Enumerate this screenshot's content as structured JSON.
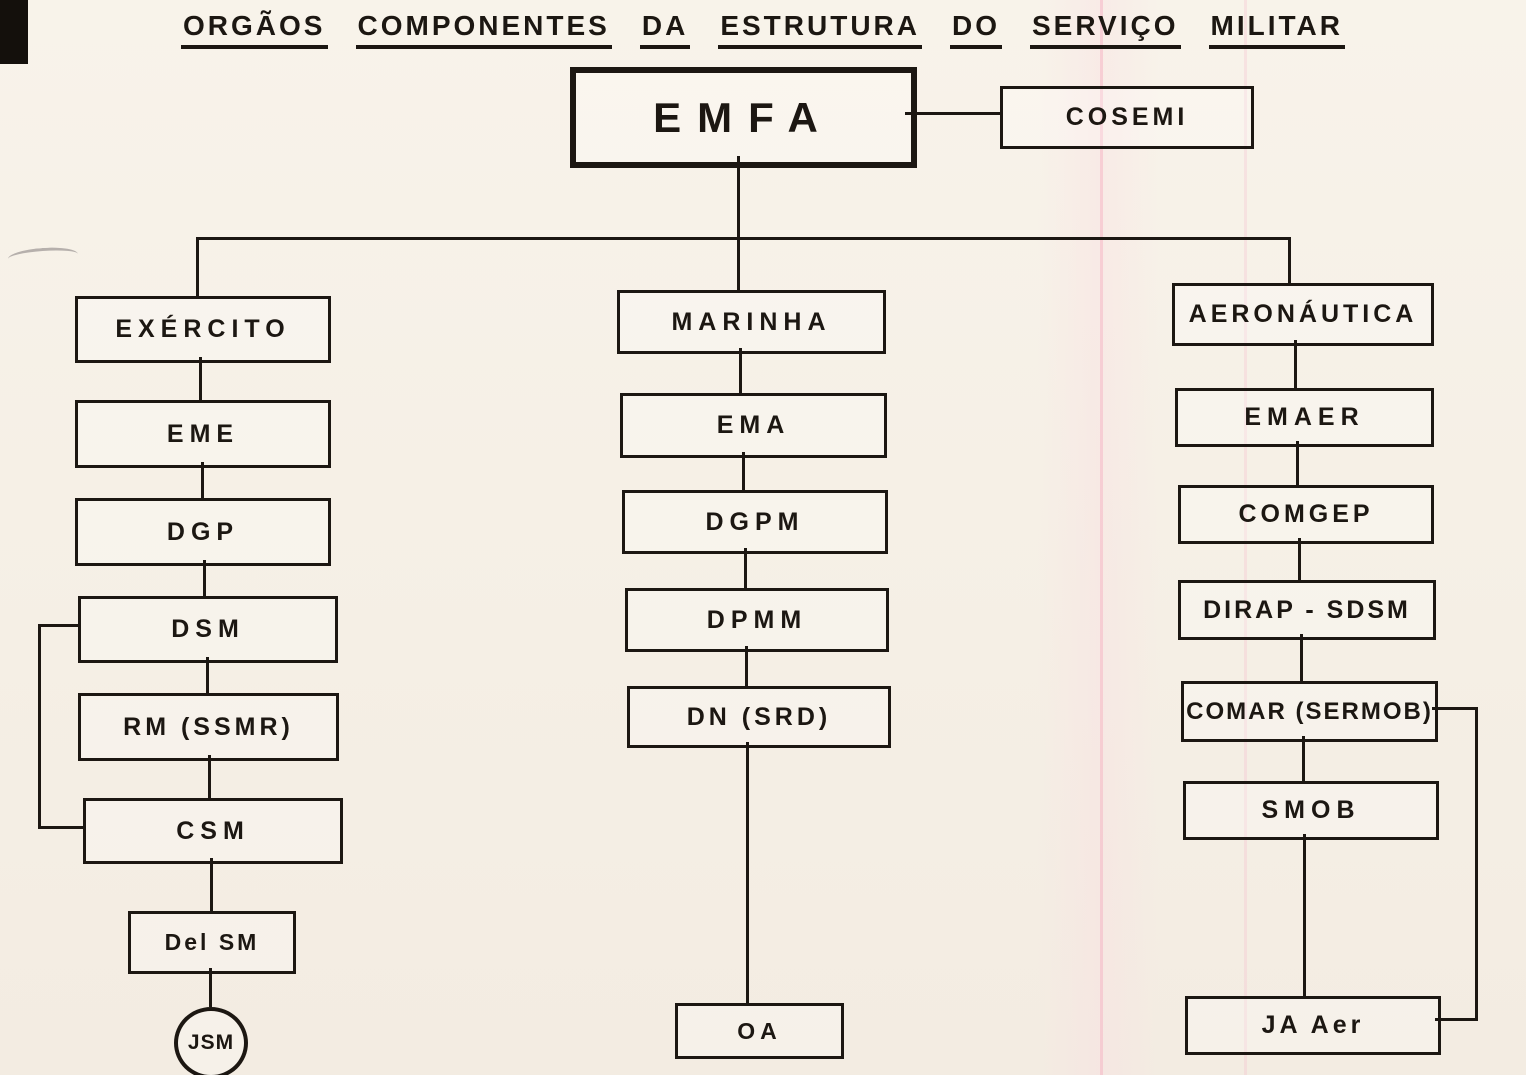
{
  "title_words": [
    "ORGÃOS",
    "COMPONENTES",
    "DA",
    "ESTRUTURA",
    "DO",
    "SERVIÇO",
    "MILITAR"
  ],
  "org": {
    "root": "EMFA",
    "advisory": "COSEMI",
    "branches": [
      {
        "name": "exercito",
        "chain": [
          "EXÉRCITO",
          "EME",
          "DGP",
          "DSM",
          "RM  (SSMR)",
          "CSM",
          "Del SM",
          "JSM"
        ]
      },
      {
        "name": "marinha",
        "chain": [
          "MARINHA",
          "EMA",
          "DGPM",
          "DPMM",
          "DN  (SRD)",
          "OA"
        ]
      },
      {
        "name": "aeronautica",
        "chain": [
          "AERONÁUTICA",
          "EMAER",
          "COMGEP",
          "DIRAP - SDSM",
          "COMAR (SERMOB)",
          "SMOB",
          "JA  Aer"
        ]
      }
    ]
  },
  "colors": {
    "ink": "#1c1712",
    "paper": "#f6f0e7"
  }
}
